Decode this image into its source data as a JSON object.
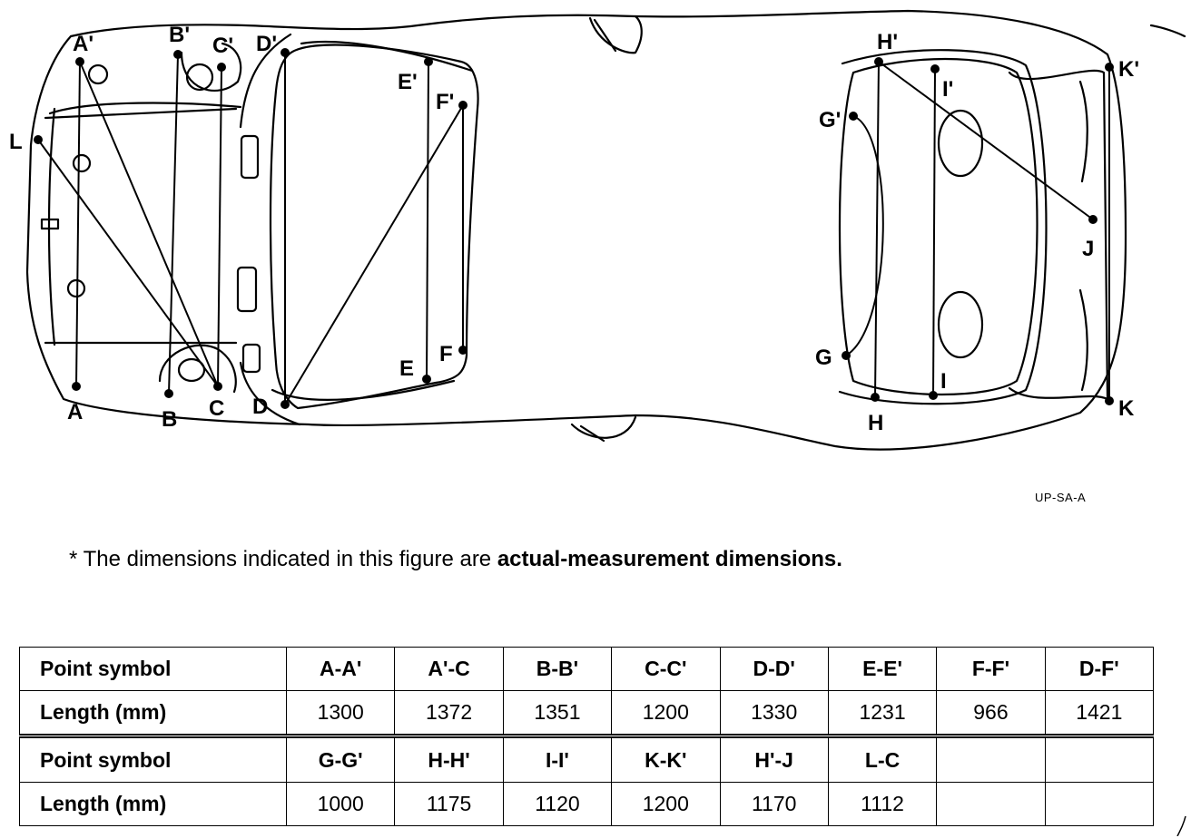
{
  "figure_code": "UP-SA-A",
  "note": {
    "prefix": "* The dimensions indicated in this figure are ",
    "emphasis": "actual-measurement dimensions."
  },
  "points": [
    "A",
    "A'",
    "B",
    "B'",
    "C",
    "C'",
    "D",
    "D'",
    "E",
    "E'",
    "F",
    "F'",
    "G",
    "G'",
    "H",
    "H'",
    "I",
    "I'",
    "J",
    "K",
    "K'",
    "L"
  ],
  "table": {
    "rows": [
      {
        "header": "Point symbol",
        "cells": [
          "A-A'",
          "A'-C",
          "B-B'",
          "C-C'",
          "D-D'",
          "E-E'",
          "F-F'",
          "D-F'"
        ]
      },
      {
        "header": "Length (mm)",
        "cells": [
          "1300",
          "1372",
          "1351",
          "1200",
          "1330",
          "1231",
          "966",
          "1421"
        ]
      },
      {
        "header": "Point symbol",
        "cells": [
          "G-G'",
          "H-H'",
          "I-I'",
          "K-K'",
          "H'-J",
          "L-C",
          "",
          ""
        ]
      },
      {
        "header": "Length (mm)",
        "cells": [
          "1000",
          "1175",
          "1120",
          "1200",
          "1170",
          "1112",
          "",
          ""
        ]
      }
    ]
  }
}
